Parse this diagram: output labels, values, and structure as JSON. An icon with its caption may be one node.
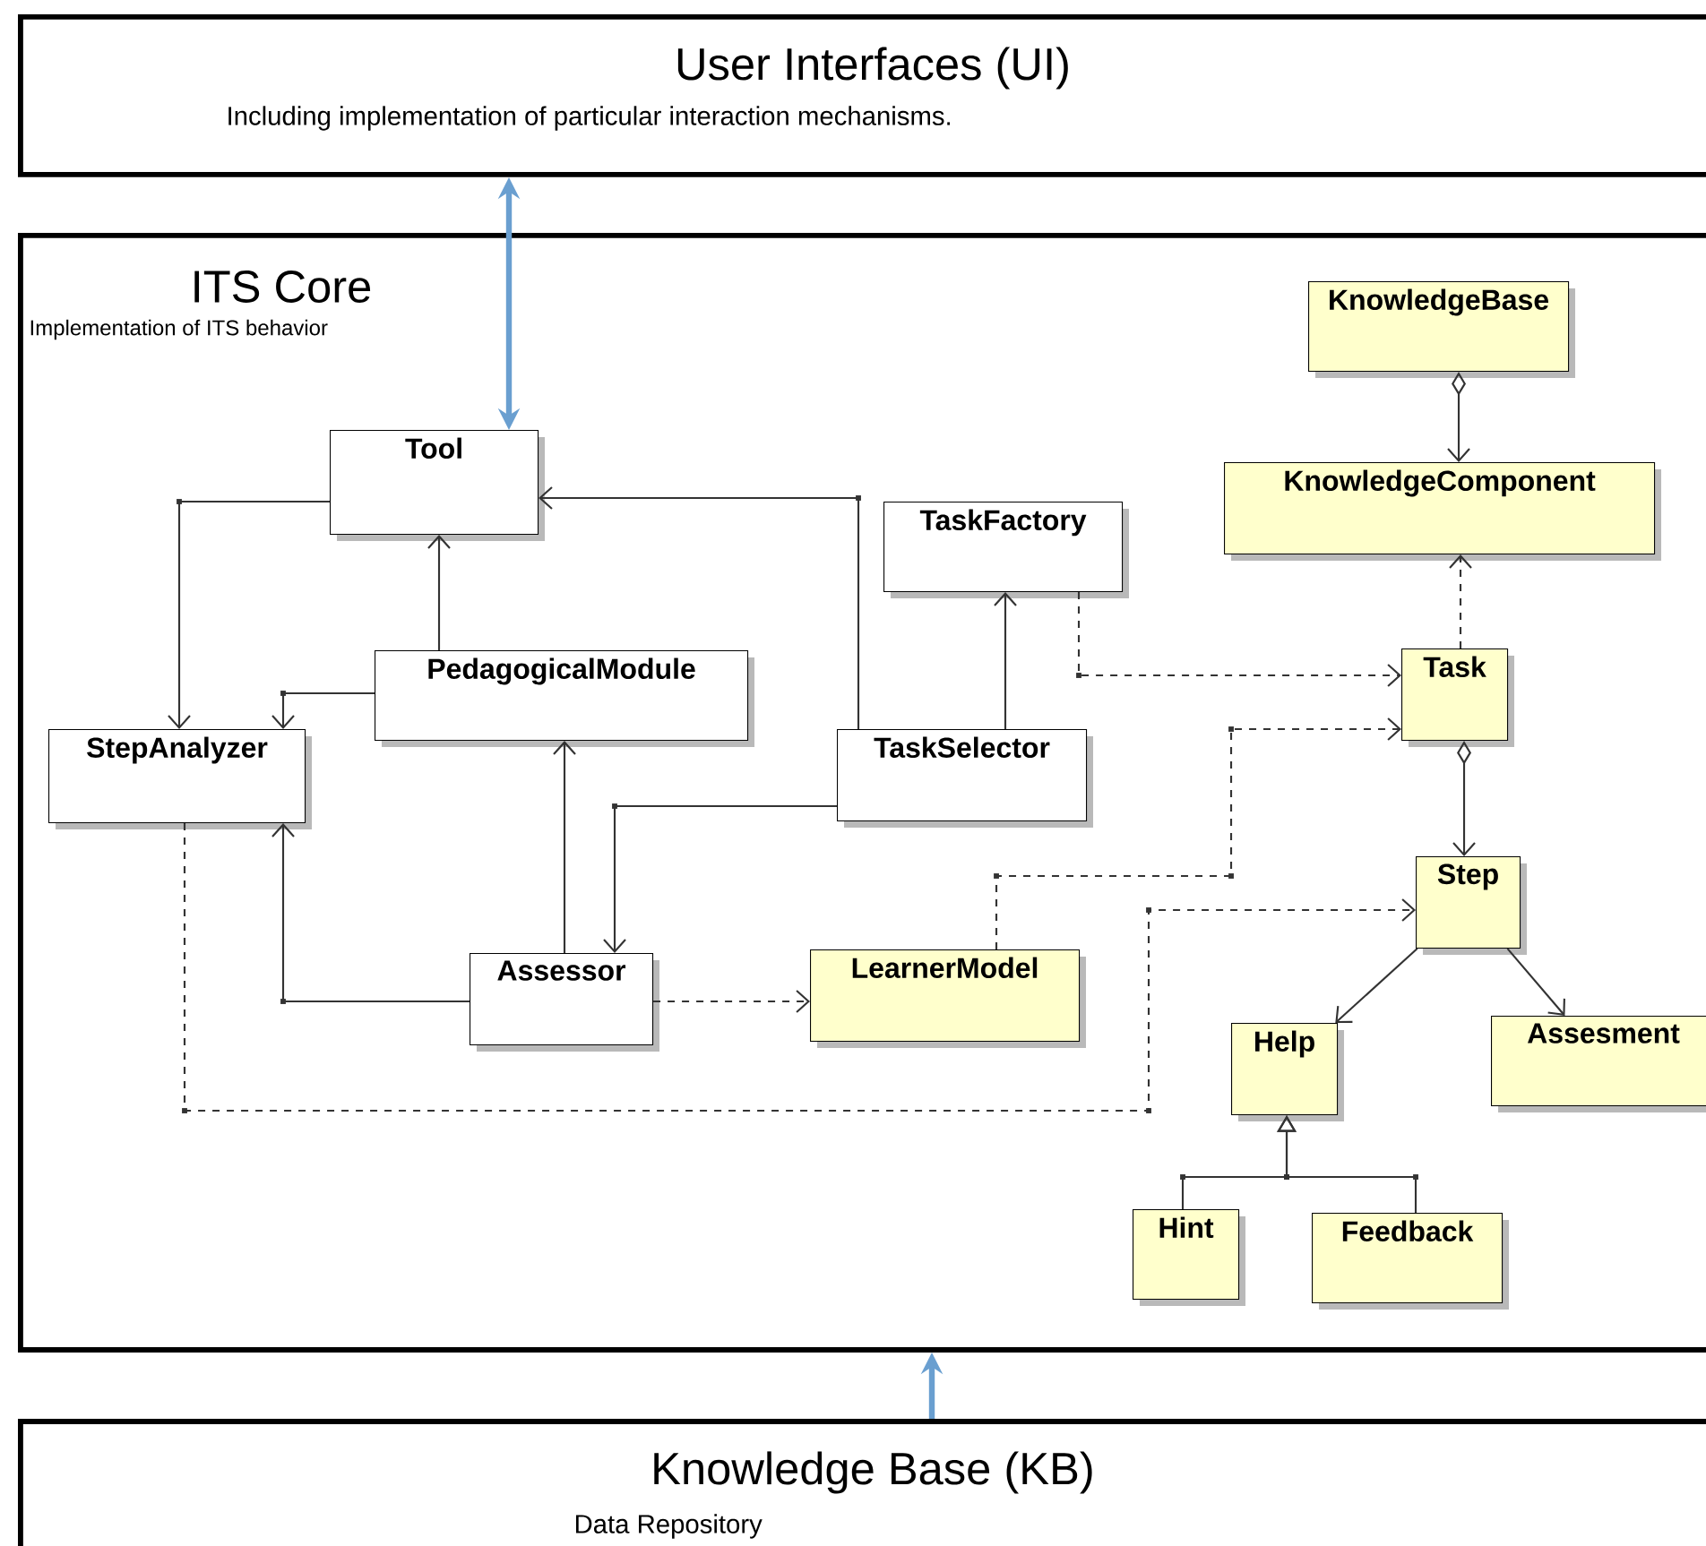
{
  "diagram": {
    "nodes": [
      {
        "text": [
          "User Interfaces (UI)",
          "Including implementation of particular interaction mechanisms."
        ]
      },
      {
        "text": [
          "ITS Core",
          "Implementation of ITS behavior"
        ]
      },
      {
        "text": [
          "Knowledge Base (KB)",
          "Data Repository"
        ]
      },
      {
        "text": [
          "Tool"
        ],
        "in": 1
      },
      {
        "text": [
          "KnowledgeBase"
        ],
        "in": 1
      },
      {
        "text": [
          "KnowledgeComponent"
        ],
        "in": 1
      },
      {
        "text": [
          "TaskFactory"
        ],
        "in": 1
      },
      {
        "text": [
          "PedagogicalModule"
        ],
        "in": 1
      },
      {
        "text": [
          "Task"
        ],
        "in": 1
      },
      {
        "text": [
          "StepAnalyzer"
        ],
        "in": 1
      },
      {
        "text": [
          "TaskSelector"
        ],
        "in": 1
      },
      {
        "text": [
          "Step"
        ],
        "in": 1
      },
      {
        "text": [
          "Assessor"
        ],
        "in": 1
      },
      {
        "text": [
          "LearnerModel"
        ],
        "in": 1
      },
      {
        "text": [
          "Help"
        ],
        "in": 1
      },
      {
        "text": [
          "Assesment"
        ],
        "in": 1
      },
      {
        "text": [
          "Hint"
        ],
        "in": 1
      },
      {
        "text": [
          "Feedback"
        ],
        "in": 1
      }
    ],
    "edges": [
      {
        "from": 0,
        "to": 3,
        "arrow": "both",
        "style": "thick",
        "color": "#6a9fd0"
      },
      {
        "from": 2,
        "to": 1,
        "arrow": "to",
        "style": "thick",
        "color": "#6a9fd0"
      },
      {
        "from": 3,
        "to": 9,
        "arrow": "to"
      },
      {
        "from": 7,
        "to": 3,
        "arrow": "to"
      },
      {
        "from": 10,
        "to": 3,
        "arrow": "to"
      },
      {
        "from": 7,
        "to": 9,
        "arrow": "to"
      },
      {
        "from": 12,
        "to": 7,
        "arrow": "to"
      },
      {
        "from": 10,
        "to": 12,
        "arrow": "to"
      },
      {
        "from": 10,
        "to": 6,
        "arrow": "to"
      },
      {
        "from": 12,
        "to": 9,
        "arrow": "to"
      },
      {
        "from": 12,
        "to": 13,
        "arrow": "to",
        "style": "dashed"
      },
      {
        "from": 6,
        "to": 8,
        "arrow": "to",
        "style": "dashed"
      },
      {
        "from": 13,
        "to": 8,
        "arrow": "to",
        "style": "dashed"
      },
      {
        "from": 9,
        "to": 11,
        "arrow": "to",
        "style": "dashed"
      },
      {
        "from": 8,
        "to": 5,
        "arrow": "to",
        "style": "dashed"
      },
      {
        "from": 4,
        "to": 5,
        "arrow": "to"
      },
      {
        "from": 8,
        "to": 11,
        "arrow": "to"
      },
      {
        "from": 11,
        "to": 14,
        "arrow": "to"
      },
      {
        "from": 11,
        "to": 15,
        "arrow": "to"
      },
      {
        "from": 16,
        "to": 14,
        "arrow": "to"
      },
      {
        "from": 17,
        "to": 14,
        "arrow": "to"
      }
    ]
  }
}
